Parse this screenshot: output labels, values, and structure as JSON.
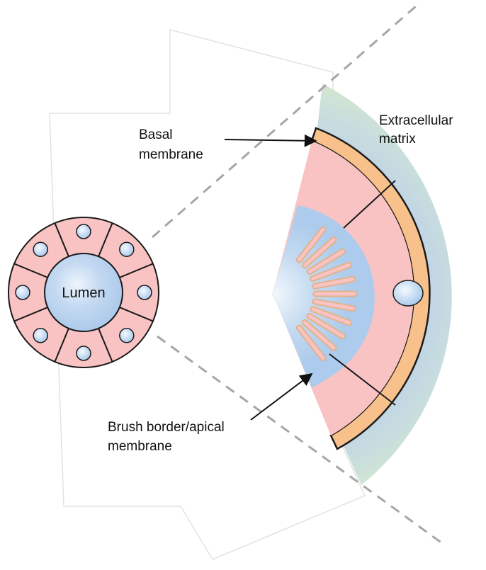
{
  "labels": {
    "lumen": "Lumen",
    "extracellular_line1": "Extracellular",
    "extracellular_line2": "matrix",
    "basal_line1": "Basal",
    "basal_line2": "membrane",
    "brush_line1": "Brush border/apical",
    "brush_line2": "membrane"
  },
  "colors": {
    "cell_pink": "#f9c3c4",
    "lumen_blue": "#b8d2ee",
    "basal_orange": "#f8c08a",
    "matrix_green": "#d3e5cf",
    "matrix_blue": "#c3d8e6",
    "guide_gray": "#a6a6a6",
    "outline": "#1a1a1a"
  },
  "diagram": {
    "ring_cell_count": 8,
    "wedge_cell_count": 3,
    "microvilli_count": 11
  }
}
